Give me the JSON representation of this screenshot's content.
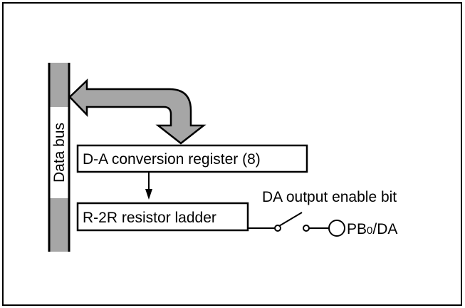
{
  "diagram": {
    "bus_label": "Data bus",
    "register_label": "D-A conversion register (8)",
    "ladder_label": "R-2R resistor ladder",
    "switch_label": "DA output enable bit",
    "pin_label_main": "PB",
    "pin_label_sub": "0",
    "pin_label_suffix": "/DA"
  },
  "colors": {
    "bus_fill": "#a6a6a6",
    "arrow_fill": "#a6a6a6",
    "stroke": "#000000",
    "background": "#ffffff"
  }
}
